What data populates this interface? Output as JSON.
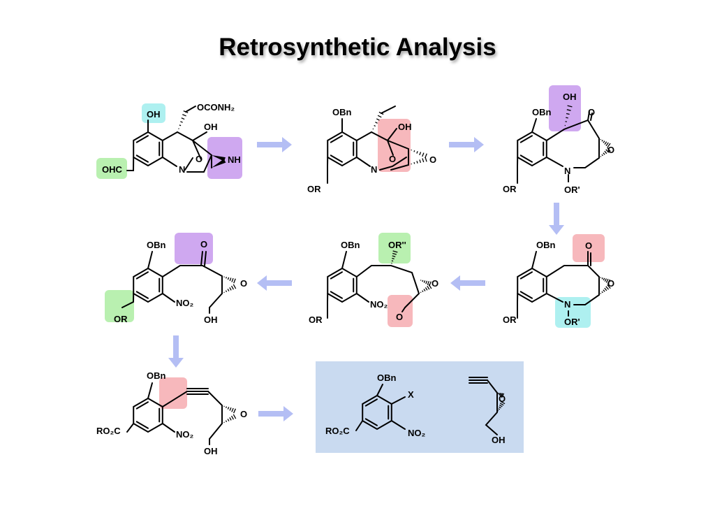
{
  "title": "Retrosynthetic Analysis",
  "colors": {
    "cyan": "#aef0f0",
    "green": "#b9f0b0",
    "purple": "#cfa8f0",
    "red": "#f7b8bc",
    "arrow": "#b4bef4",
    "sm_box": "#c9daf0"
  },
  "molecules": [
    {
      "labels": [
        "OCONH₂",
        "OH",
        "OH",
        "OHC",
        "N",
        "O",
        "NH"
      ]
    },
    {
      "labels": [
        "OBn",
        "OH",
        "N",
        "O",
        "O",
        "OR"
      ]
    },
    {
      "labels": [
        "OBn",
        "OH",
        "O",
        "O",
        "N",
        "OR'",
        "OR"
      ]
    },
    {
      "labels": [
        "OBn",
        "O",
        "O",
        "N",
        "OR'",
        "OR"
      ]
    },
    {
      "labels": [
        "OBn",
        "OR''",
        "O",
        "NO₂",
        "O",
        "OR"
      ]
    },
    {
      "labels": [
        "OBn",
        "O",
        "O",
        "NO₂",
        "OH",
        "OR"
      ]
    },
    {
      "labels": [
        "OBn",
        "O",
        "RO₂C",
        "NO₂",
        "OH"
      ]
    },
    {
      "labels": [
        "OBn",
        "X",
        "RO₂C",
        "NO₂",
        "O",
        "OH"
      ]
    }
  ],
  "arrows": [
    "right",
    "right",
    "down",
    "left",
    "left",
    "down",
    "right"
  ]
}
